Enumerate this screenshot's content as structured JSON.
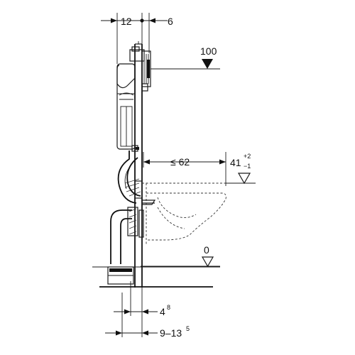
{
  "dimensions": {
    "frame_width": "12",
    "offset_right": "6",
    "actuation_height": "100",
    "pan_projection": "≤ 62",
    "seat_height_value": "41",
    "seat_height_tol_plus": "+2",
    "seat_height_tol_minus": "−1",
    "floor_level": "0",
    "wall_gap_value": "4",
    "wall_gap_sup": "8",
    "range_value": "9–13",
    "range_sup": "5"
  }
}
